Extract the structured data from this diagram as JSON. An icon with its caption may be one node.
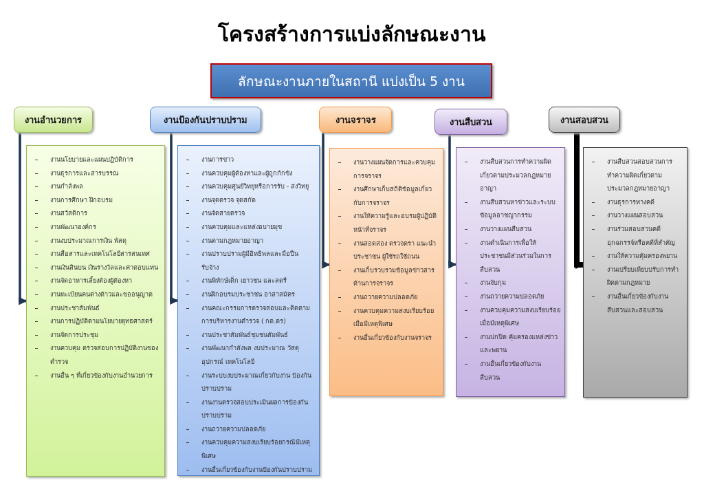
{
  "diagram": {
    "title": "โครงสร้างการแบ่งลักษณะงาน",
    "nodes": [
      {
        "text": [
          "ลักษณะงานภายในสถานี แบ่งเป็น 5 งาน"
        ]
      },
      {
        "text": [
          "งานอำนวยการ"
        ]
      },
      {
        "text": [
          "งานนโยบายและแผนปฏิบัติการ",
          "งานธุรการและสารบรรณ",
          "งานกำลังพล",
          "งานการศึกษา ฝึกอบรม",
          "งานสวัสดิการ",
          "งานพัฒนาองค์กร",
          "งานงบประมาณการเงิน พัสดุ",
          "งานสื่อสารและเทคโนโลยีสารสนเทศ",
          "งานเงินสินบน เงินรางวัลและค่าตอบแทน",
          "งานจัดอาหารเลี้ยงต้องผู้ต้องหา",
          "งานทะเบียนคนต่างด้าวและขออนุญาต",
          "งานประชาสัมพันธ์",
          "งานการปฏิบัติตามนโยบายยุทธศาสตร์",
          "งานจัดการประชุม",
          "งานควบคุม ตรวจสอบการปฏิบัติงานของตำรวจ",
          "งานอื่น ๆ ที่เกี่ยวข้องกับงานอำนวยการ"
        ]
      },
      {
        "text": [
          "งานป้องกันปราบปราม"
        ]
      },
      {
        "text": [
          "งานการข่าว",
          "งานควบคุมผู้ต้องหาและผู้ถูกกักขัง",
          "งานควบคุมศูนย์วิทยุหรือการรับ - ส่งวิทยุ",
          "งานจุดตรวจ จุดสกัด",
          "งานจัดสายตรวจ",
          "งานควบคุมและแหล่งอบายมุข",
          "งานตามกฎหมายอาญา",
          "งานปราบปรามผู้มีอิทธิพลและมือปืนรับจ้าง",
          "งานพิทักษ์เด็ก เยาวชน และสตรี",
          "งานฝึกอบรมประชาชน อาสาสมัคร",
          "งานคณะกรรมการตรวจสอบและติดตามการบริหารงานตำรวจ ( กต.ตร)",
          "งานประชาสัมพันธ์ชุมชนสัมพันธ์",
          "งานพัฒนากำลังพล งบประมาณ วัสดุ อุปกรณ์ เทคโนโลยี",
          "งานระบบงบประมาณเกี่ยวกับงาน ป้องกันปราบปราม",
          "งานงานตรวจสอบประเมินผลการป้องกันปราบปราม",
          "งานถวายความปลอดภัย",
          "งานควบคุมความสงบเรียบร้อยกรณีมีเหตุพิเศษ",
          "งานอื่นเกี่ยวข้องกับงานป้องกันปราบปราม"
        ]
      },
      {
        "text": [
          "งานจราจร"
        ]
      },
      {
        "text": [
          "งานวางแผนจัดการและควบคุมการจราจร",
          "งานศึกษาเก็บสถิติข้อมูลเกี่ยวกับการจราจร",
          "งานให้ความรู้และอบรมผู้ปฏิบัติหน้าที่จราจร",
          "งานสอดส่อง ตรวจตรา แนะนำประชาชน ผู้ใช้รถใช้ถนน",
          "งานเก็บรวบรวมข้อมูลข่าวสารด้านการจราจร",
          "งานถวายความปลอดภัย",
          "งานควบคุมความสงบเรียบร้อยเมื่อมีเหตุพิเศษ",
          "งานอื่นเกี่ยวข้องกับงานจราจร"
        ]
      },
      {
        "text": [
          "งานสืบสวน"
        ]
      },
      {
        "text": [
          "งานสืบสวนการทำความผิดเกี่ยวตามประมวลกฎหมายอาญา",
          "งานสืบสวนหาข่าวและระบบข้อมูลอาชญากรรม",
          "งานวางแผนสืบสวน",
          "งานดำเนินการเพื่อให้ประชาชนมีส่วนร่วมในการสืบสวน",
          "งานจับกุม",
          "งานถวายความปลอดภัย",
          "งานควบคุมความสงบเรียบร้อยเมื่อมีเหตุพิเศษ",
          "งานปกปิด คุ้มครองแหล่งข่าวและพยาน",
          "งานอื่นเกี่ยวข้องกับงานสืบสวน"
        ]
      },
      {
        "text": [
          "งานสอบสวน"
        ]
      },
      {
        "text": [
          "งานสืบสวนสอบสวนการทำความผิดเกี่ยวตามประมวลกฎหมายอาญา",
          "งานธุรการทางคดี",
          "งานวางแผนสอบสวน",
          "งานร่วมสอบสวนคดีอุกฉกรรจ์หรือคดีที่สำคัญ",
          "งานให้ความคุ้มครองพยาน",
          "งานเปรียบเทียบปรับการทำผิดตามกฎหมาย",
          "งานอื่นเกี่ยวข้องกับงานสืบสวนและสอบสวน"
        ]
      }
    ],
    "edges": [
      {
        "from": 1,
        "to": 2,
        "arrow": "to"
      },
      {
        "from": 3,
        "to": 4,
        "arrow": "to"
      },
      {
        "from": 5,
        "to": 6,
        "arrow": "to"
      },
      {
        "from": 7,
        "to": 8,
        "arrow": "to"
      },
      {
        "from": 9,
        "to": 10,
        "arrow": "to",
        "color": "#000000",
        "style": "thick"
      }
    ]
  }
}
